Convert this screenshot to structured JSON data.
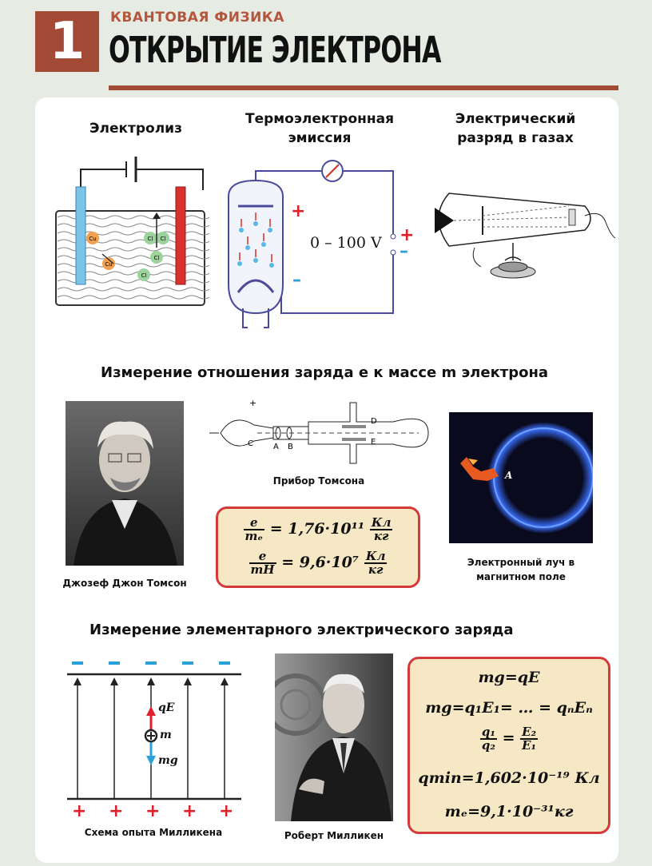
{
  "header": {
    "number": "1",
    "subject": "КВАНТОВАЯ ФИЗИКА",
    "title": "ОТКРЫТИЕ ЭЛЕКТРОНА"
  },
  "top_row": {
    "electrolysis": "Электролиз",
    "thermo_1": "Термоэлектронная",
    "thermo_2": "эмиссия",
    "discharge_1": "Электрический",
    "discharge_2": "разряд в газах",
    "voltage": "0 – 100 V",
    "plus": "+",
    "minus": "–",
    "ions": [
      "Cu",
      "Cu",
      "Cl",
      "Cl",
      "Cl",
      "Cl"
    ]
  },
  "em_section": {
    "heading": "Измерение отношения заряда e к массе m электрона",
    "thomson_caption": "Джозеф Джон Томсон",
    "device_caption": "Прибор Томсона",
    "device_letters": [
      "C",
      "A",
      "B",
      "D",
      "E"
    ],
    "beam_caption_1": "Электронный луч в",
    "beam_caption_2": "магнитном поле",
    "beam_letter": "A",
    "formula1_num": "e",
    "formula1_den": "mₑ",
    "formula1_value": "= 1,76·10¹¹",
    "formula1_unit_num": "Кл",
    "formula1_unit_den": "кг",
    "formula2_num": "e",
    "formula2_den": "mH",
    "formula2_value": "= 9,6·10⁷",
    "formula2_unit_num": "Кл",
    "formula2_unit_den": "кг"
  },
  "charge_section": {
    "heading": "Измерение элементарного электрического заряда",
    "scheme_caption": "Схема опыта Милликена",
    "millikan_caption": "Роберт Милликен",
    "force_up": "qE",
    "mass": "m",
    "force_down": "mg",
    "eq1": "mg=qE",
    "eq2": "mg=q₁E₁= … = qₙEₙ",
    "eq3_left_num": "q₁",
    "eq3_left_den": "q₂",
    "eq3_right_num": "E₂",
    "eq3_right_den": "E₁",
    "eq4": "qmin=1,602·10⁻¹⁹ Кл",
    "eq5": "mₑ=9,1·10⁻³¹кг"
  },
  "colors": {
    "accent": "#a34a36",
    "formula_border": "#d43a3a",
    "formula_bg": "#f6e8c4",
    "wire": "#4a4a9a",
    "plus": "#e0202a",
    "minus": "#2aa0d8"
  }
}
